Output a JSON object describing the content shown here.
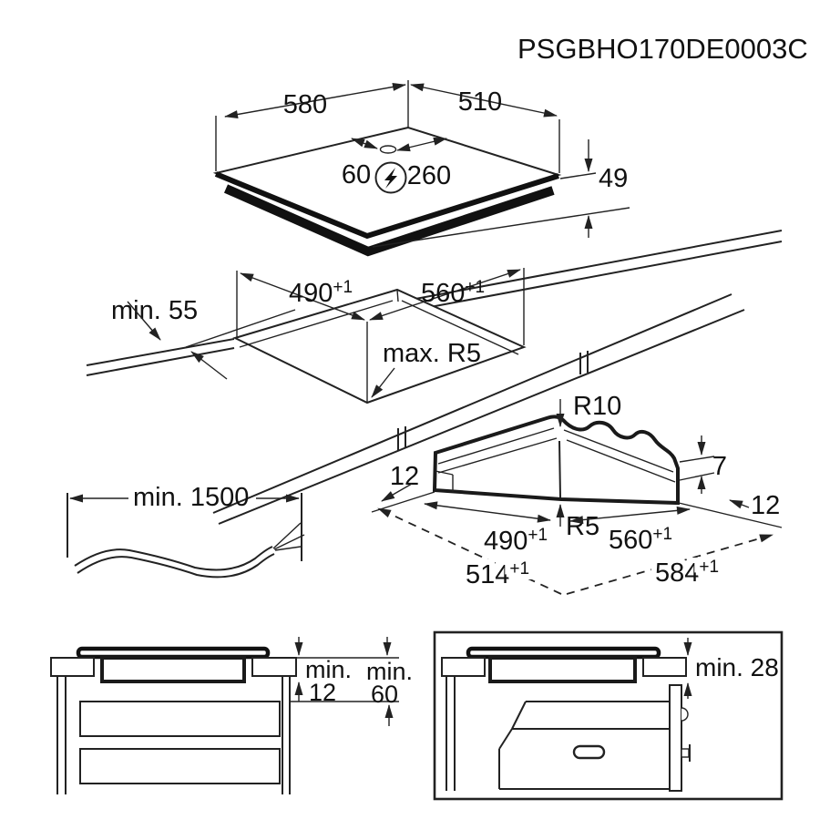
{
  "title": "PSGBHO170DE0003C",
  "colors": {
    "line": "#222222",
    "text": "#111111",
    "background": "#ffffff"
  },
  "icons": {
    "electrical_connection": "lightning-bolt-circle"
  },
  "hob_view": {
    "width": "580",
    "depth": "510",
    "connection_offset_left": "60",
    "connection_offset_right": "260",
    "height": "49"
  },
  "cutout_view": {
    "front_clearance": "min. 55",
    "depth": {
      "v": "490",
      "tol": "+1"
    },
    "width": {
      "v": "560",
      "tol": "+1"
    },
    "corner_radius": "max. R5"
  },
  "corner_detail_view": {
    "radius_top": "R10",
    "radius_inner": "R5",
    "lip_thickness": "7",
    "overhang_left": "12",
    "overhang_right": "12",
    "cut_depth": {
      "v": "490",
      "tol": "+1"
    },
    "cut_width": {
      "v": "560",
      "tol": "+1"
    },
    "glass_depth": {
      "v": "514",
      "tol": "+1"
    },
    "glass_width": {
      "v": "584",
      "tol": "+1"
    }
  },
  "cable_view": {
    "length": "min. 1500"
  },
  "drawer_view": {
    "gap1_line1": "min.",
    "gap1_line2": "12",
    "gap2_line1": "min.",
    "gap2_line2": "60"
  },
  "oven_view": {
    "gap": "min. 28"
  }
}
